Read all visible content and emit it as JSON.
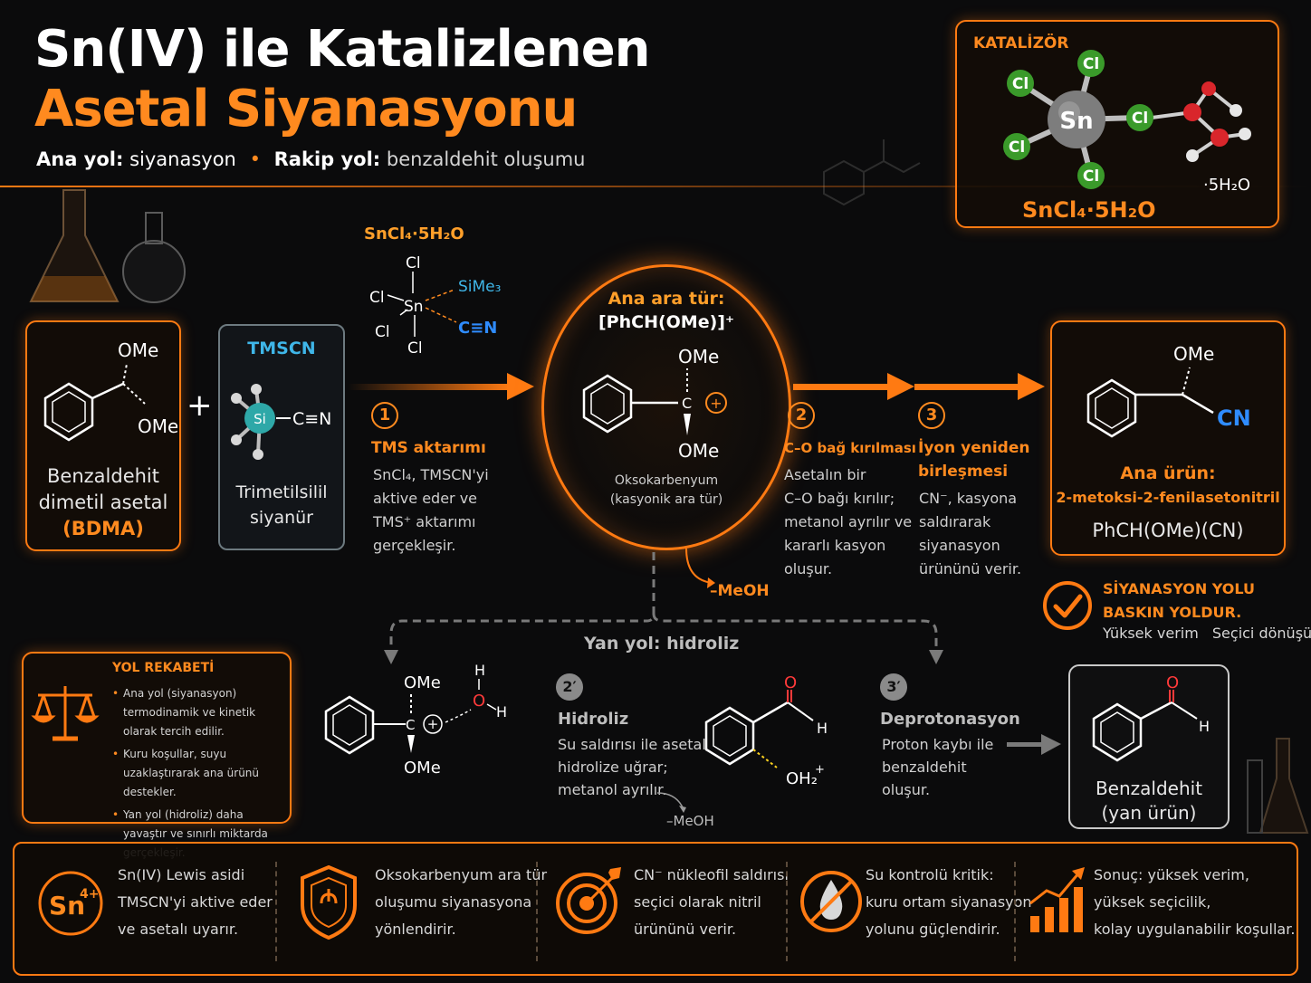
{
  "title": {
    "line1": "Sn(IV) ile Katalizlenen",
    "line2": "Asetal Siyanasyonu"
  },
  "subtitle": {
    "main_label": "Ana yol:",
    "main_value": "siyanasyon",
    "sep": "•",
    "rival_label": "Rakip yol:",
    "rival_value": "benzaldehit oluşumu"
  },
  "catalyst": {
    "heading": "KATALİZÖR",
    "formula": "SnCl₄·5H₂O",
    "water": "·5H₂O",
    "center": "Sn",
    "ligand": "Cl"
  },
  "reactants": {
    "bdma": {
      "ome1": "OMe",
      "ome2": "OMe",
      "name1": "Benzaldehit",
      "name2": "dimetil asetal",
      "abbr": "(BDMA)"
    },
    "plus": "+",
    "tmscn": {
      "heading": "TMSCN",
      "si": "Si",
      "cn": "C≡N",
      "name1": "Trimetilsilil",
      "name2": "siyanür"
    }
  },
  "complex": {
    "formula": "SnCl₄·5H₂O",
    "cl": "Cl",
    "sn": "Sn",
    "sime3": "SiMe₃",
    "cn": "C≡N"
  },
  "intermediate": {
    "heading": "Ana ara tür:",
    "formula": "[PhCH(OMe)]⁺",
    "ome1": "OMe",
    "ome2": "OMe",
    "c": "C",
    "plus": "+",
    "name1": "Oksokarbenyum",
    "name2": "(kasyonik ara tür)"
  },
  "steps": [
    {
      "num": "1",
      "title": "TMS aktarımı",
      "lines": [
        "SnCl₄, TMSCN'yi",
        "aktive eder ve",
        "TMS⁺ aktarımı",
        "gerçekleşir."
      ]
    },
    {
      "num": "2",
      "title": "C–O bağ kırılması",
      "lines": [
        "Asetalın bir",
        "C–O bağı kırılır;",
        "metanol ayrılır ve",
        "kararlı kasyon",
        "oluşur."
      ]
    },
    {
      "num": "3",
      "title1": "İyon yeniden",
      "title2": "birleşmesi",
      "lines": [
        "CN⁻, kasyona",
        "saldırarak",
        "siyanasyon",
        "ürününü verir."
      ]
    }
  ],
  "meoh_main": "–MeOH",
  "product": {
    "ome": "OMe",
    "cn": "CN",
    "label": "Ana ürün:",
    "name": "2-metoksi-2-fenilasetonitril",
    "formula": "PhCH(OMe)(CN)"
  },
  "dominant": {
    "line1": "SİYANASYON YOLU",
    "line2": "BASKIN YOLDUR.",
    "tag1": "Yüksek verim",
    "tag2": "Seçici dönüşüm"
  },
  "side": {
    "heading": "Yan yol: hidroliz",
    "attack": {
      "ome1": "OMe",
      "ome2": "OMe",
      "c": "C",
      "plus": "+",
      "h1": "H",
      "o": "O",
      "h2": "H"
    },
    "step2": {
      "num": "2′",
      "title": "Hidroliz",
      "lines": [
        "Su saldırısı ile asetal",
        "hidrolize uğrar;",
        "metanol ayrılır."
      ],
      "meoh": "–MeOH"
    },
    "protonated": {
      "o": "O",
      "h": "H",
      "oh2": "OH₂",
      "plus": "+"
    },
    "step3": {
      "num": "3′",
      "title": "Deprotonasyon",
      "lines": [
        "Proton kaybı ile",
        "benzaldehit",
        "oluşur."
      ]
    },
    "byproduct": {
      "o": "O",
      "h": "H",
      "name1": "Benzaldehit",
      "name2": "(yan ürün)"
    }
  },
  "competition": {
    "heading": "YOL REKABETİ",
    "items": [
      "Ana yol (siyanasyon) termodinamik ve kinetik olarak tercih edilir.",
      "Kuru koşullar, suyu uzaklaştırarak ana ürünü destekler.",
      "Yan yol (hidroliz) daha yavaştır ve sınırlı miktarda gerçekleşir."
    ]
  },
  "summary": [
    {
      "icon": "sn4-icon",
      "badge": "Sn",
      "sup": "4+",
      "lines": [
        "Sn(IV) Lewis asidi",
        "TMSCN'yi aktive eder",
        "ve asetalı uyarır."
      ]
    },
    {
      "icon": "shield-icon",
      "lines": [
        "Oksokarbenyum ara tür",
        "oluşumu siyanasyona",
        "yönlendirir."
      ]
    },
    {
      "icon": "target-icon",
      "lines": [
        "CN⁻ nükleofil saldırısı",
        "seçici olarak nitril",
        "ürününü verir."
      ]
    },
    {
      "icon": "no-water-icon",
      "lines": [
        "Su kontrolü kritik:",
        "kuru ortam siyanasyon",
        "yolunu güçlendirir."
      ]
    },
    {
      "icon": "growth-chart-icon",
      "lines": [
        "Sonuç: yüksek verim,",
        "yüksek seçicilik,",
        "kolay uygulanabilir koşullar."
      ]
    }
  ],
  "colors": {
    "accent": "#ff7a12",
    "blue": "#2f8cff",
    "cyan": "#2ec4c4",
    "green": "#3a9a2a",
    "red": "#e0262b",
    "bg": "#0b0b0c"
  }
}
